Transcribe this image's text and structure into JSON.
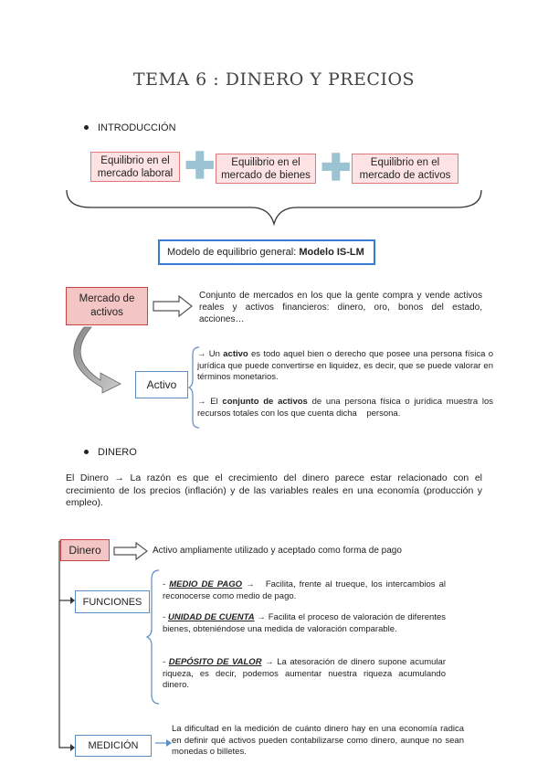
{
  "title": "TEMA 6 : DINERO Y PRECIOS",
  "section1": {
    "heading": "INTRODUCCIÓN",
    "boxes": [
      "Equilibrio en el mercado laboral",
      "Equilibrio en el mercado de bienes",
      "Equilibrio en el mercado de activos"
    ],
    "model_prefix": "Modelo de equilibrio general: ",
    "model_bold": "Modelo IS-LM"
  },
  "mercado": {
    "box_label": "Mercado de activos",
    "description": "Conjunto de mercados en los que la gente compra y vende activos reales y activos financieros: dinero, oro, bonos del estado, acciones…",
    "activo_label": "Activo",
    "def1_a": "→ Un ",
    "def1_b": "activo",
    "def1_c": " es todo aquel bien o derecho que posee una persona física o jurídica que puede convertirse en liquidez, es decir, que se puede valorar en términos monetarios.",
    "def2_a": "→ El ",
    "def2_b": "conjunto de activos",
    "def2_c": " de una persona física o jurídica muestra los recursos totales con los que cuenta dicha    persona."
  },
  "section2": {
    "heading": "DINERO",
    "intro": "El Dinero → La razón es que el crecimiento del dinero parece estar relacionado con el crecimiento de los precios (inflación) y de las variables reales en una economía (producción y empleo)."
  },
  "dinero": {
    "box_label": "Dinero",
    "definition": "Activo ampliamente utilizado y aceptado como forma de pago",
    "funciones_label": "FUNCIONES",
    "f1_a": "- ",
    "f1_b": "MEDIO DE PAGO",
    "f1_c": " →   Facilita, frente al trueque, los intercambios al reconocerse como medio de pago.",
    "f2_a": "- ",
    "f2_b": "UNIDAD DE CUENTA",
    "f2_c": " → Facilita el proceso de valoración de diferentes bienes, obteniéndose una medida de valoración comparable.",
    "f3_a": "- ",
    "f3_b": "DEPÓSITO DE VALOR",
    "f3_c": " → La atesoración de dinero supone acumular riqueza, es decir, podemos aumentar nuestra riqueza acumulando dinero.",
    "medicion_label": "MEDICIÓN",
    "medicion_text": "La dificultad en la medición de cuánto dinero hay en una economía radica en definir qué activos pueden contabilizarse como dinero, aunque no sean monedas o billetes."
  }
}
